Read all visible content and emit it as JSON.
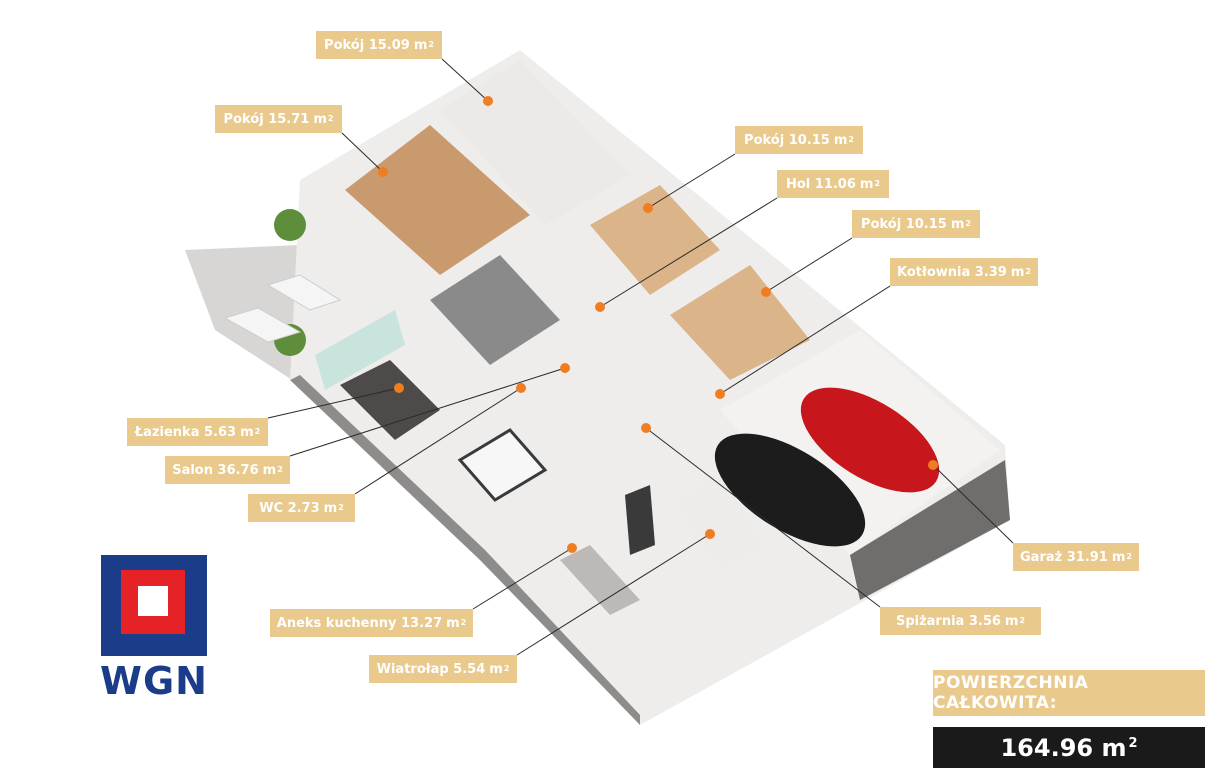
{
  "area_unit": "m",
  "area_exponent": "2",
  "rooms": [
    {
      "id": "pokoj-1",
      "label": "Pokój 15.09"
    },
    {
      "id": "pokoj-2",
      "label": "Pokój 15.71"
    },
    {
      "id": "pokoj-3",
      "label": "Pokój 10.15"
    },
    {
      "id": "hol",
      "label": "Hol 11.06"
    },
    {
      "id": "pokoj-4",
      "label": "Pokój 10.15"
    },
    {
      "id": "kotlownia",
      "label": "Kotłownia 3.39"
    },
    {
      "id": "lazienka",
      "label": "Łazienka 5.63"
    },
    {
      "id": "salon",
      "label": "Salon 36.76"
    },
    {
      "id": "wc",
      "label": "WC 2.73"
    },
    {
      "id": "garaz",
      "label": "Garaż 31.91"
    },
    {
      "id": "spizarnia",
      "label": "Spiżarnia 3.56"
    },
    {
      "id": "aneks",
      "label": "Aneks kuchenny 13.27"
    },
    {
      "id": "wiatrolap",
      "label": "Wiatrołap 5.54"
    }
  ],
  "total": {
    "title": "POWIERZCHNIA CAŁKOWITA:",
    "value": "164.96 m",
    "exponent": "2"
  },
  "logo": {
    "text": "WGN"
  },
  "colors": {
    "label_bg": "#e9c98c",
    "marker": "#ef7d22",
    "logo_blue": "#1b3c89",
    "logo_red": "#e52326",
    "total_bg": "#1a1a1a"
  }
}
